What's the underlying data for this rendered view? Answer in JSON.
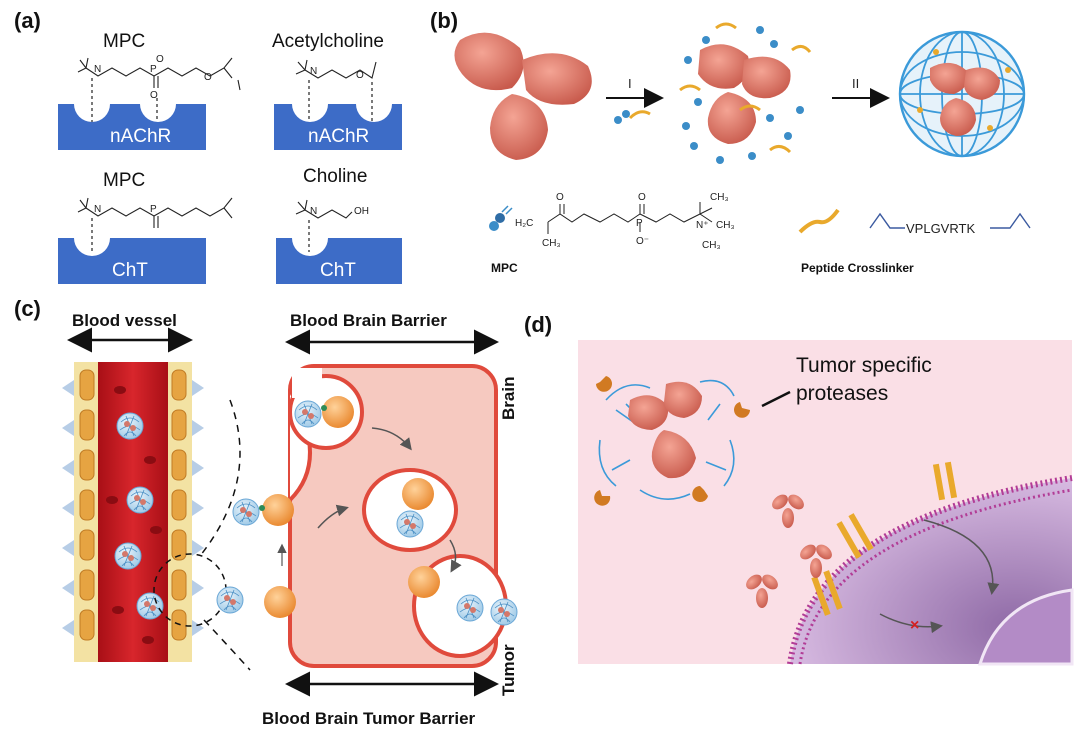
{
  "panels": {
    "a": {
      "label": "(a)",
      "top_left_title": "MPC",
      "top_right_title": "Acetylcholine",
      "bottom_left_title": "MPC",
      "bottom_right_title": "Choline",
      "receptor_top_left": "nAChR",
      "receptor_top_right": "nAChR",
      "receptor_bottom_left": "ChT",
      "receptor_bottom_right": "ChT",
      "receptor_color": "#3d6cc7"
    },
    "b": {
      "label": "(b)",
      "step1": "I",
      "step2": "II",
      "mpc_label": "MPC",
      "peptide_label": "Peptide Crosslinker",
      "peptide_sequence": "VPLGVRTK",
      "protein_color": "#e07a6a",
      "shell_color": "#3b9ad9"
    },
    "c": {
      "label": "(c)",
      "blood_vessel": "Blood vessel",
      "bbb": "Blood Brain Barrier",
      "bbtb": "Blood Brain Tumor Barrier",
      "brain": "Brain",
      "tumor": "Tumor",
      "vessel_color": "#c0141c"
    },
    "d": {
      "label": "(d)",
      "proteases_line1": "Tumor specific",
      "proteases_line2": "proteases",
      "background_color": "#fadfe6",
      "cell_color": "#c9a6d6"
    }
  }
}
